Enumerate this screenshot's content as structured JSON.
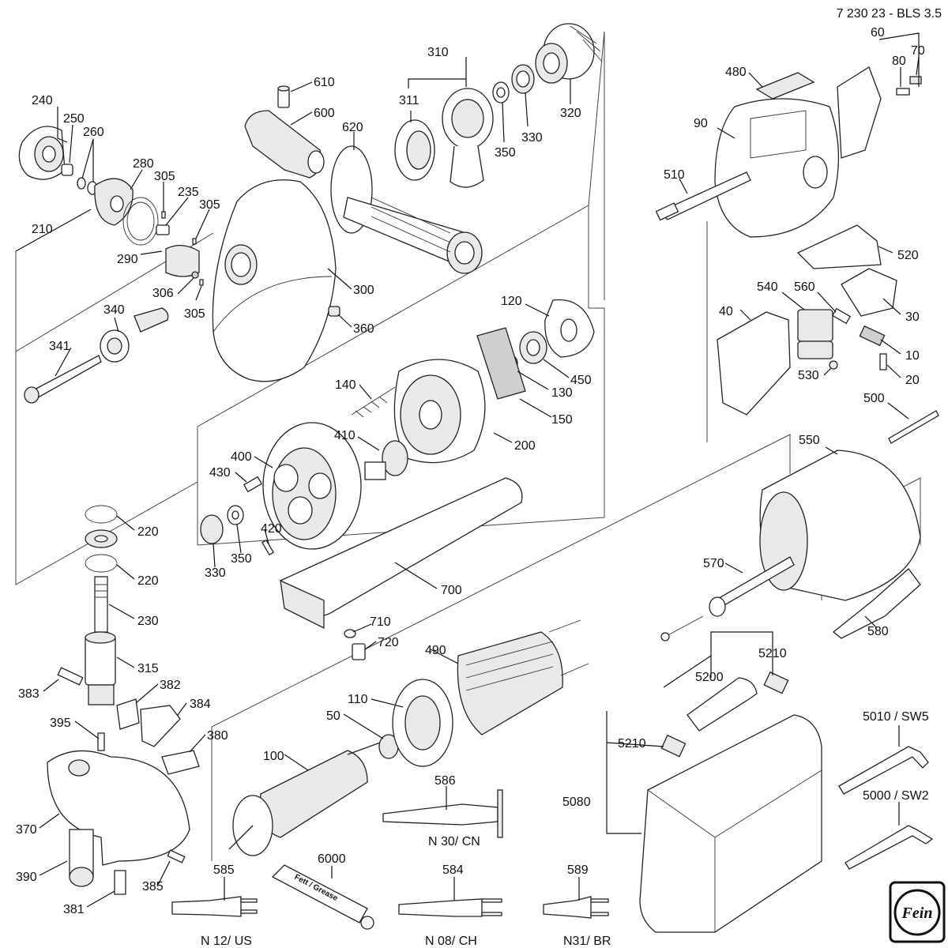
{
  "document": {
    "code": "7 230 23 - BLS 3.5",
    "logo_text": "Fein"
  },
  "labels": [
    {
      "id": "240",
      "text": "240"
    },
    {
      "id": "250",
      "text": "250"
    },
    {
      "id": "260",
      "text": "260"
    },
    {
      "id": "280",
      "text": "280"
    },
    {
      "id": "305a",
      "text": "305"
    },
    {
      "id": "235",
      "text": "235"
    },
    {
      "id": "305b",
      "text": "305"
    },
    {
      "id": "210",
      "text": "210"
    },
    {
      "id": "290",
      "text": "290"
    },
    {
      "id": "306",
      "text": "306"
    },
    {
      "id": "305c",
      "text": "305"
    },
    {
      "id": "340",
      "text": "340"
    },
    {
      "id": "341",
      "text": "341"
    },
    {
      "id": "610",
      "text": "610"
    },
    {
      "id": "600",
      "text": "600"
    },
    {
      "id": "620",
      "text": "620"
    },
    {
      "id": "300",
      "text": "300"
    },
    {
      "id": "360",
      "text": "360"
    },
    {
      "id": "310",
      "text": "310"
    },
    {
      "id": "311",
      "text": "311"
    },
    {
      "id": "350a",
      "text": "350"
    },
    {
      "id": "330a",
      "text": "330"
    },
    {
      "id": "320",
      "text": "320"
    },
    {
      "id": "60",
      "text": "60"
    },
    {
      "id": "80",
      "text": "80"
    },
    {
      "id": "70",
      "text": "70"
    },
    {
      "id": "480",
      "text": "480"
    },
    {
      "id": "90",
      "text": "90"
    },
    {
      "id": "510",
      "text": "510"
    },
    {
      "id": "520",
      "text": "520"
    },
    {
      "id": "540",
      "text": "540"
    },
    {
      "id": "560",
      "text": "560"
    },
    {
      "id": "40",
      "text": "40"
    },
    {
      "id": "30",
      "text": "30"
    },
    {
      "id": "10",
      "text": "10"
    },
    {
      "id": "530",
      "text": "530"
    },
    {
      "id": "20",
      "text": "20"
    },
    {
      "id": "500",
      "text": "500"
    },
    {
      "id": "550",
      "text": "550"
    },
    {
      "id": "120",
      "text": "120"
    },
    {
      "id": "450",
      "text": "450"
    },
    {
      "id": "140",
      "text": "140"
    },
    {
      "id": "130",
      "text": "130"
    },
    {
      "id": "150",
      "text": "150"
    },
    {
      "id": "200",
      "text": "200"
    },
    {
      "id": "410",
      "text": "410"
    },
    {
      "id": "400",
      "text": "400"
    },
    {
      "id": "430",
      "text": "430"
    },
    {
      "id": "420",
      "text": "420"
    },
    {
      "id": "330b",
      "text": "330"
    },
    {
      "id": "350b",
      "text": "350"
    },
    {
      "id": "700",
      "text": "700"
    },
    {
      "id": "710",
      "text": "710"
    },
    {
      "id": "720",
      "text": "720"
    },
    {
      "id": "220a",
      "text": "220"
    },
    {
      "id": "220b",
      "text": "220"
    },
    {
      "id": "230",
      "text": "230"
    },
    {
      "id": "315",
      "text": "315"
    },
    {
      "id": "382",
      "text": "382"
    },
    {
      "id": "383",
      "text": "383"
    },
    {
      "id": "384",
      "text": "384"
    },
    {
      "id": "395",
      "text": "395"
    },
    {
      "id": "380",
      "text": "380"
    },
    {
      "id": "370",
      "text": "370"
    },
    {
      "id": "390",
      "text": "390"
    },
    {
      "id": "385",
      "text": "385"
    },
    {
      "id": "381",
      "text": "381"
    },
    {
      "id": "570",
      "text": "570"
    },
    {
      "id": "580",
      "text": "580"
    },
    {
      "id": "490",
      "text": "490"
    },
    {
      "id": "110",
      "text": "110"
    },
    {
      "id": "50",
      "text": "50"
    },
    {
      "id": "100",
      "text": "100"
    },
    {
      "id": "586",
      "text": "586"
    },
    {
      "id": "585",
      "text": "585"
    },
    {
      "id": "6000",
      "text": "6000"
    },
    {
      "id": "584",
      "text": "584"
    },
    {
      "id": "589",
      "text": "589"
    },
    {
      "id": "5210a",
      "text": "5210"
    },
    {
      "id": "5200",
      "text": "5200"
    },
    {
      "id": "5210b",
      "text": "5210"
    },
    {
      "id": "5080",
      "text": "5080"
    },
    {
      "id": "5010",
      "text": "5010 / SW5"
    },
    {
      "id": "5000",
      "text": "5000 / SW2"
    }
  ],
  "plug_variants": [
    {
      "id": "n30cn",
      "text": "N 30/ CN"
    },
    {
      "id": "n12us",
      "text": "N 12/ US"
    },
    {
      "id": "n08ch",
      "text": "N 08/ CH"
    },
    {
      "id": "n31br",
      "text": "N31/ BR"
    }
  ],
  "grease_tube_text": "Fett / Grease"
}
